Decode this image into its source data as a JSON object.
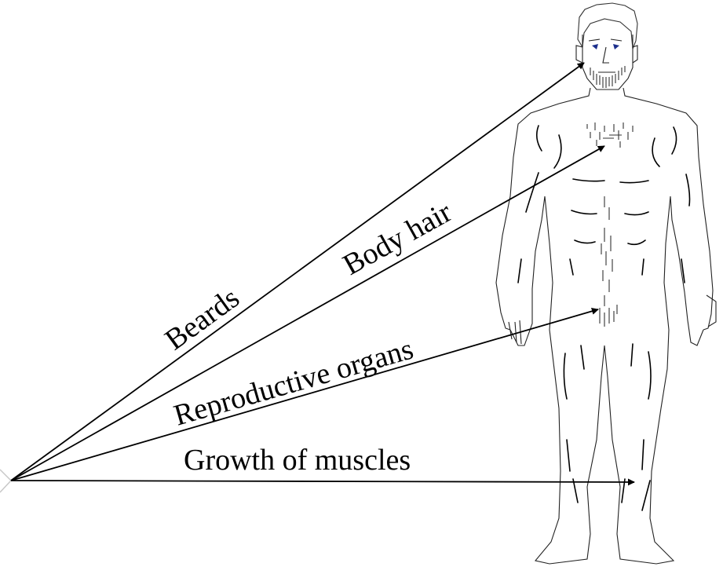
{
  "labels": {
    "beards": "Beards",
    "body_hair": "Body hair",
    "reproductive_organs": "Reproductive organs",
    "growth_of_muscles": "Growth of muscles"
  },
  "colors": {
    "ink": "#000000",
    "outline": "#222222",
    "hair": "#222222",
    "eyes": "#1c2f8c",
    "origin_marker": "#c8c8c8"
  },
  "icons": {
    "figure": "human-figure-illustration",
    "arrowhead": "arrowhead-icon"
  }
}
